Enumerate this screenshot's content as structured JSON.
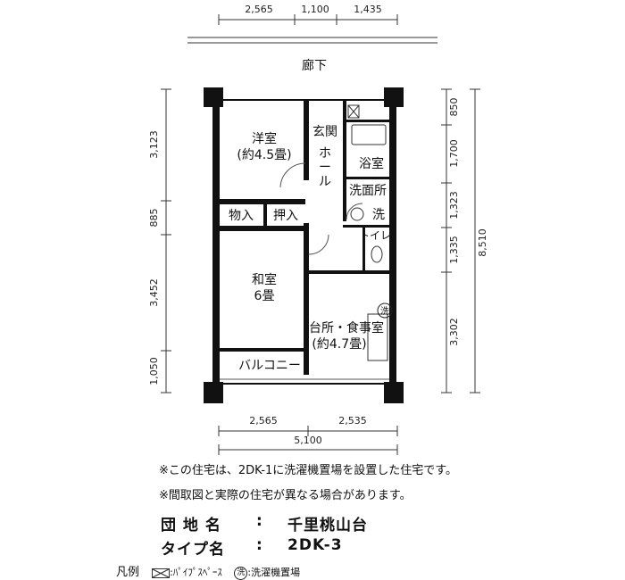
{
  "dims_top": [
    "2,565",
    "1,100",
    "1,435"
  ],
  "corridor_label": "廊下",
  "dims_left": [
    "3,123",
    "885",
    "3,452",
    "1,050"
  ],
  "dims_right_inner": [
    "850",
    "1,700",
    "1,323",
    "1,335",
    "3,302"
  ],
  "dims_right_total": "8,510",
  "dims_bottom": [
    "2,565",
    "2,535"
  ],
  "dims_bottom_total": "5,100",
  "rooms": {
    "western": [
      "洋室",
      "(約4.5畳)"
    ],
    "entrance": "玄関",
    "hall": [
      "ホ",
      "ー",
      "ル"
    ],
    "bath": "浴室",
    "washroom": "洗面所",
    "washer_small": "洗",
    "storage": "物入",
    "closet": "押入",
    "toilet": "トイレ",
    "japanese": [
      "和室",
      "6畳"
    ],
    "washer_mark": "洗",
    "kitchen": [
      "台所・食事室",
      "(約4.7畳)"
    ],
    "balcony": "バルコニー"
  },
  "notes": [
    "※この住宅は、2DK-1に洗濯機置場を設置した住宅です。",
    "※間取図と実際の住宅が異なる場合があります。"
  ],
  "info": {
    "complex_label": "団 地 名",
    "complex_value": "千里桃山台",
    "type_label": "タイプ名",
    "type_value": "2DK-3",
    "colon": ":"
  },
  "legend": {
    "title": "凡例",
    "pipe_space": ":ﾊﾟｲﾌﾟｽﾍﾟｰｽ",
    "washer_symbol": "洗",
    "washer_space": ":洗濯機置場"
  }
}
